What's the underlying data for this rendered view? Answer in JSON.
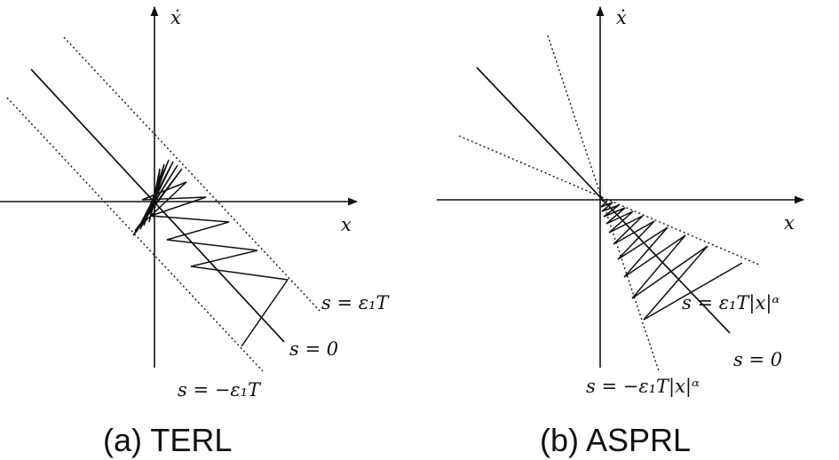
{
  "panels": [
    {
      "id": "a",
      "caption": "(a) TERL",
      "x_label": "x",
      "y_label": "ẋ",
      "labels": {
        "upper_bound": "s = ε₁T",
        "surface": "s = 0",
        "lower_bound": "s = −ε₁T"
      }
    },
    {
      "id": "b",
      "caption": "(b) ASPRL",
      "x_label": "x",
      "y_label": "ẋ",
      "labels": {
        "upper_bound": "s = ε₁T|x|ᵅ",
        "surface": "s = 0",
        "lower_bound": "s = −ε₁T|x|ᵅ"
      }
    }
  ]
}
